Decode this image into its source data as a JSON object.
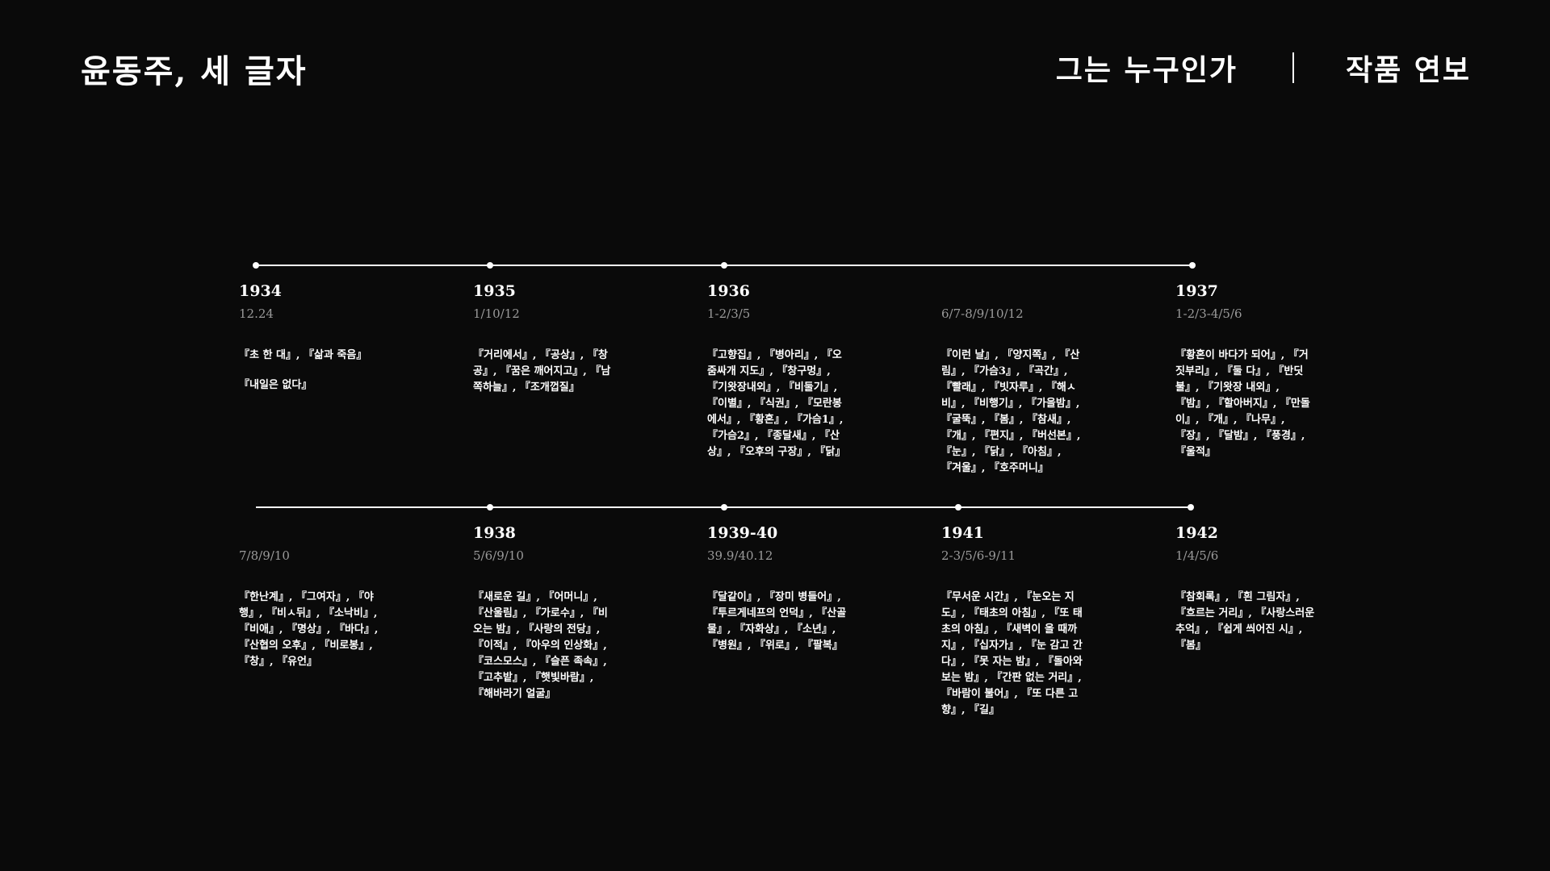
{
  "header": {
    "title": "윤동주, 세 글자",
    "nav": [
      {
        "label": "그는 누구인가"
      },
      {
        "label": "작품 연보"
      }
    ]
  },
  "timeline": {
    "row1": [
      {
        "year": "1934",
        "months": "12.24",
        "works": [
          "『초 한 대』, 『삶과 죽음』",
          "『내일은 없다』"
        ]
      },
      {
        "year": "1935",
        "months": "1/10/12",
        "works": [
          "『거리에서』, 『공상』, 『창공』, 『꿈은 깨어지고』, 『남쪽하늘』, 『조개껍질』"
        ]
      },
      {
        "year": "1936",
        "months": "1-2/3/5",
        "works": [
          "『고향집』, 『병아리』, 『오줌싸개 지도』, 『창구멍』, 『기왓장내외』, 『비둘기』, 『이별』, 『식권』, 『모란봉에서』, 『황혼』, 『가슴1』, 『가슴2』, 『종달새』, 『산상』, 『오후의 구장』, 『닭』"
        ]
      },
      {
        "year": "",
        "months": "6/7-8/9/10/12",
        "works": [
          "『이런 날』, 『양지쪽』, 『산림』, 『가슴3』, 『곡간』, 『빨래』, 『빗자루』, 『해ㅅ비』, 『비행기』, 『가을밤』, 『굴뚝』, 『봄』, 『참새』, 『개』, 『편지』, 『버선본』, 『눈』, 『닭』, 『아침』, 『겨울』, 『호주머니』"
        ]
      },
      {
        "year": "1937",
        "months": "1-2/3-4/5/6",
        "works": [
          "『황혼이 바다가 되어』, 『거짓부리』, 『둘 다』, 『반딧불』, 『기왓장 내외』, 『밤』, 『할아버지』, 『만돌이』, 『개』, 『나무』, 『장』, 『달밤』, 『풍경』, 『울적』"
        ]
      }
    ],
    "row2": [
      {
        "year": "",
        "months": "7/8/9/10",
        "works": [
          "『한난계』, 『그여자』, 『야행』, 『비ㅅ뒤』, 『소낙비』, 『비애』, 『명상』, 『바다』, 『산협의 오후』, 『비로봉』, 『창』, 『유언』"
        ]
      },
      {
        "year": "1938",
        "months": "5/6/9/10",
        "works": [
          "『새로운 길』, 『어머니』, 『산울림』, 『가로수』, 『비오는 밤』, 『사랑의 전당』, 『이적』, 『아우의 인상화』, 『코스모스』, 『슬픈 족속』, 『고추밭』, 『햇빛바람』, 『해바라기 얼굴』"
        ]
      },
      {
        "year": "1939-40",
        "months": "39.9/40.12",
        "works": [
          "『달같이』, 『장미 병들어』, 『투르게네프의 언덕』, 『산골물』, 『자화상』, 『소년』, 『병원』, 『위로』, 『팔복』"
        ]
      },
      {
        "year": "1941",
        "months": "2-3/5/6-9/11",
        "works": [
          "『무서운 시간』, 『눈오는 지도』, 『태초의 아침』, 『또 태초의 아침』, 『새벽이 올 때까지』, 『십자가』, 『눈 감고 간다』, 『못 자는 밤』, 『돌아와 보는 밤』, 『간판 없는 거리』, 『바람이 불어』, 『또 다른 고향』, 『길』"
        ]
      },
      {
        "year": "1942",
        "months": "1/4/5/6",
        "works": [
          "『참회록』, 『흰 그림자』, 『흐르는 거리』, 『사랑스러운 추억』, 『쉽게 씌어진 시』, 『봄』"
        ]
      }
    ]
  }
}
